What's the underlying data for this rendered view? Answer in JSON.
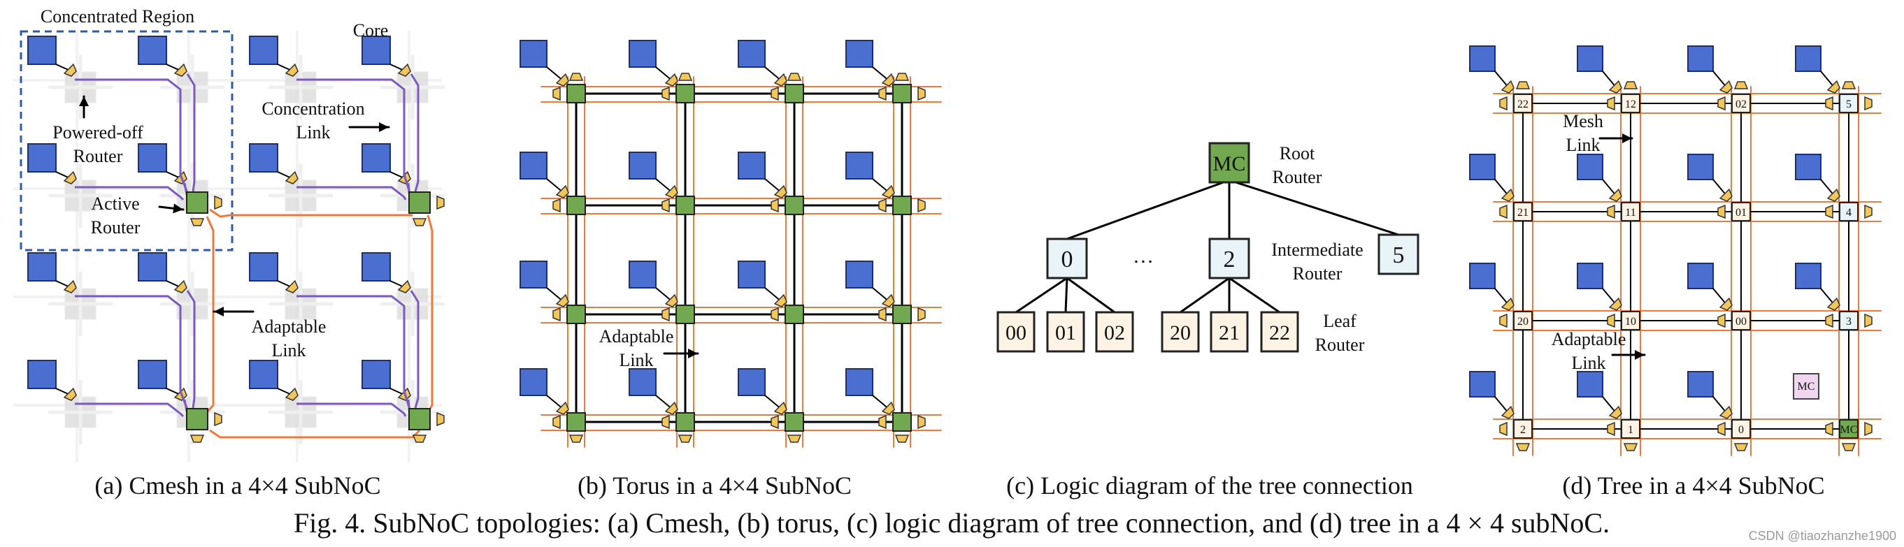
{
  "colors": {
    "core": "#4a6fd0",
    "router_active": "#72a950",
    "router_off": "#e0e0e0",
    "mesh_link": "#000000",
    "adaptable_link": "#ee7a3a",
    "concentration_link": "#7a5abf",
    "tree_router": "#fdf3e5",
    "tree_router_mid": "#e8f4f8",
    "mc_panel": "#f0d6ef",
    "region_border": "#2f5aa8"
  },
  "panels": {
    "a": {
      "caption": "(a) Cmesh in a 4×4 SubNoC",
      "labels": {
        "concentrated_region": "Concentrated Region",
        "core": "Core",
        "powered_off": [
          "Powered-off",
          "Router"
        ],
        "active": [
          "Active",
          "Router"
        ],
        "concentration": [
          "Concentration",
          "Link"
        ],
        "adaptable": [
          "Adaptable",
          "Link"
        ]
      }
    },
    "b": {
      "caption": "(b) Torus in a 4×4 SubNoC",
      "labels": {
        "adaptable": [
          "Adaptable",
          "Link"
        ]
      }
    },
    "c": {
      "caption": "(c) Logic diagram of the tree connection",
      "root": "MC",
      "root_label": [
        "Root",
        "Router"
      ],
      "intermediate": [
        "0",
        "2",
        "5"
      ],
      "ellipsis": "…",
      "intermediate_label": [
        "Intermediate",
        "Router"
      ],
      "leaves_left": [
        "00",
        "01",
        "02"
      ],
      "leaves_right": [
        "20",
        "21",
        "22"
      ],
      "leaf_label": [
        "Leaf",
        "Router"
      ]
    },
    "d": {
      "caption": "(d) Tree in a 4×4 SubNoC",
      "grid_labels": [
        [
          "22",
          "12",
          "02",
          "5"
        ],
        [
          "21",
          "11",
          "01",
          "4"
        ],
        [
          "20",
          "10",
          "00",
          "3"
        ],
        [
          "2",
          "1",
          "0",
          "MC"
        ]
      ],
      "mc_core": "MC",
      "labels": {
        "mesh": [
          "Mesh",
          "Link"
        ],
        "adaptable": [
          "Adaptable",
          "Link"
        ]
      }
    }
  },
  "figure_caption": "Fig. 4.  SubNoC topologies: (a) Cmesh, (b) torus, (c) logic diagram of tree connection, and (d) tree in a 4 × 4 subNoC.",
  "watermark": "CSDN @tiaozhanzhe1900"
}
